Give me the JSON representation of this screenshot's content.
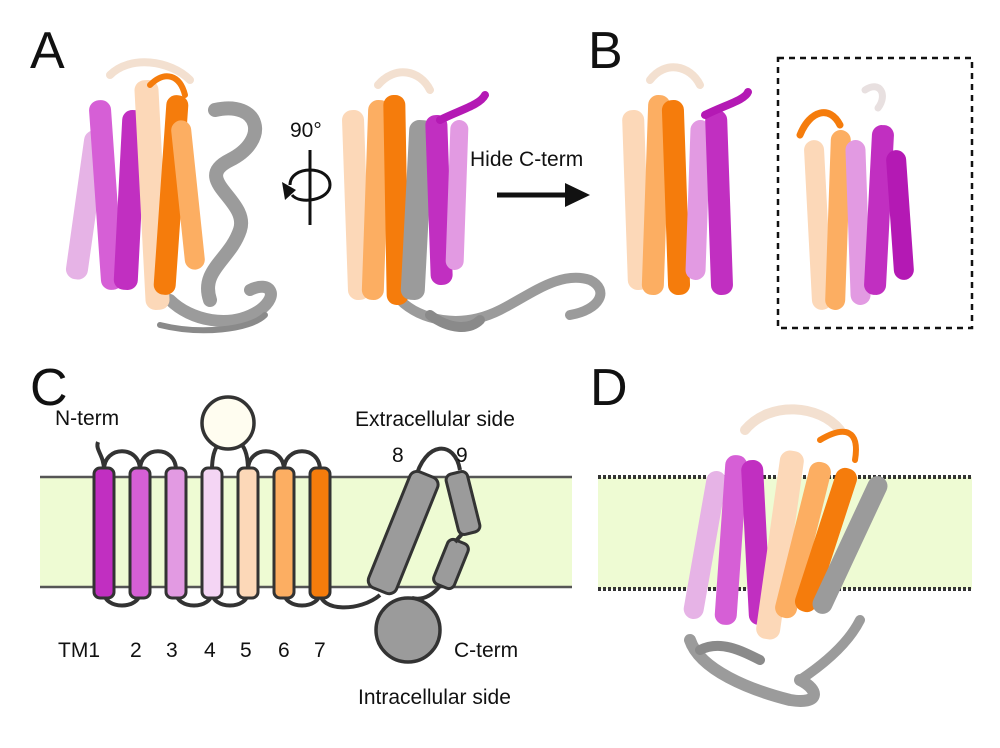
{
  "panels": {
    "a": {
      "letter": "A"
    },
    "b": {
      "letter": "B"
    },
    "c": {
      "letter": "C"
    },
    "d": {
      "letter": "D"
    }
  },
  "rotation": {
    "label": "90°"
  },
  "arrow": {
    "label": "Hide C-term"
  },
  "topology": {
    "n_term": "N-term",
    "c_term": "C-term",
    "extracellular": "Extracellular side",
    "intracellular": "Intracellular side",
    "helices": [
      {
        "label": "TM1",
        "color": "#c12fc1"
      },
      {
        "label": "2",
        "color": "#d65fd6"
      },
      {
        "label": "3",
        "color": "#e29ae2"
      },
      {
        "label": "4",
        "color": "#f4d5f4"
      },
      {
        "label": "5",
        "color": "#fcd8b8"
      },
      {
        "label": "6",
        "color": "#fcae62"
      },
      {
        "label": "7",
        "color": "#f57c0c"
      }
    ],
    "c_term_helices": [
      "8",
      "9"
    ],
    "membrane_color": "#eefbd3",
    "c_term_color": "#9b9b9b"
  },
  "colors": {
    "magenta": "#b419b4",
    "orange": "#f57c0c",
    "light_orange": "#fcae62",
    "peach": "#fcd8b8",
    "grey": "#9b9b9b"
  }
}
